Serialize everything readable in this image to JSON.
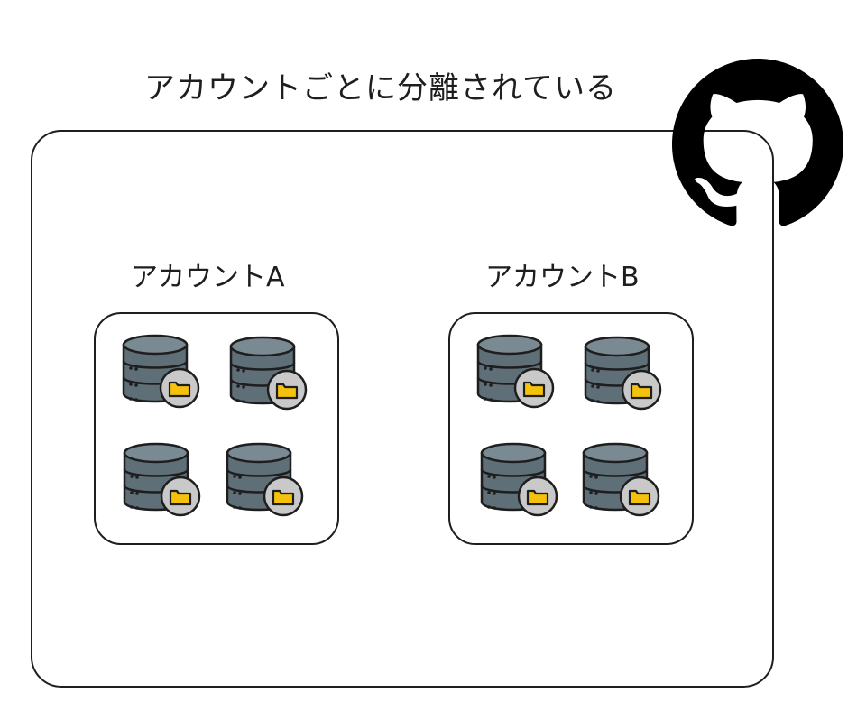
{
  "title": "アカウントごとに分離されている",
  "accounts": [
    {
      "label": "アカウントA",
      "repositories": 4
    },
    {
      "label": "アカウントB",
      "repositories": 4
    }
  ],
  "icons": {
    "logo": "github-icon",
    "repository": "database-folder-icon"
  },
  "colors": {
    "stroke": "#1e1e1e",
    "database": "#5f6f77",
    "database_light": "#7a8a92",
    "folder": "#f4c20d",
    "badge": "#c9c9c9"
  }
}
